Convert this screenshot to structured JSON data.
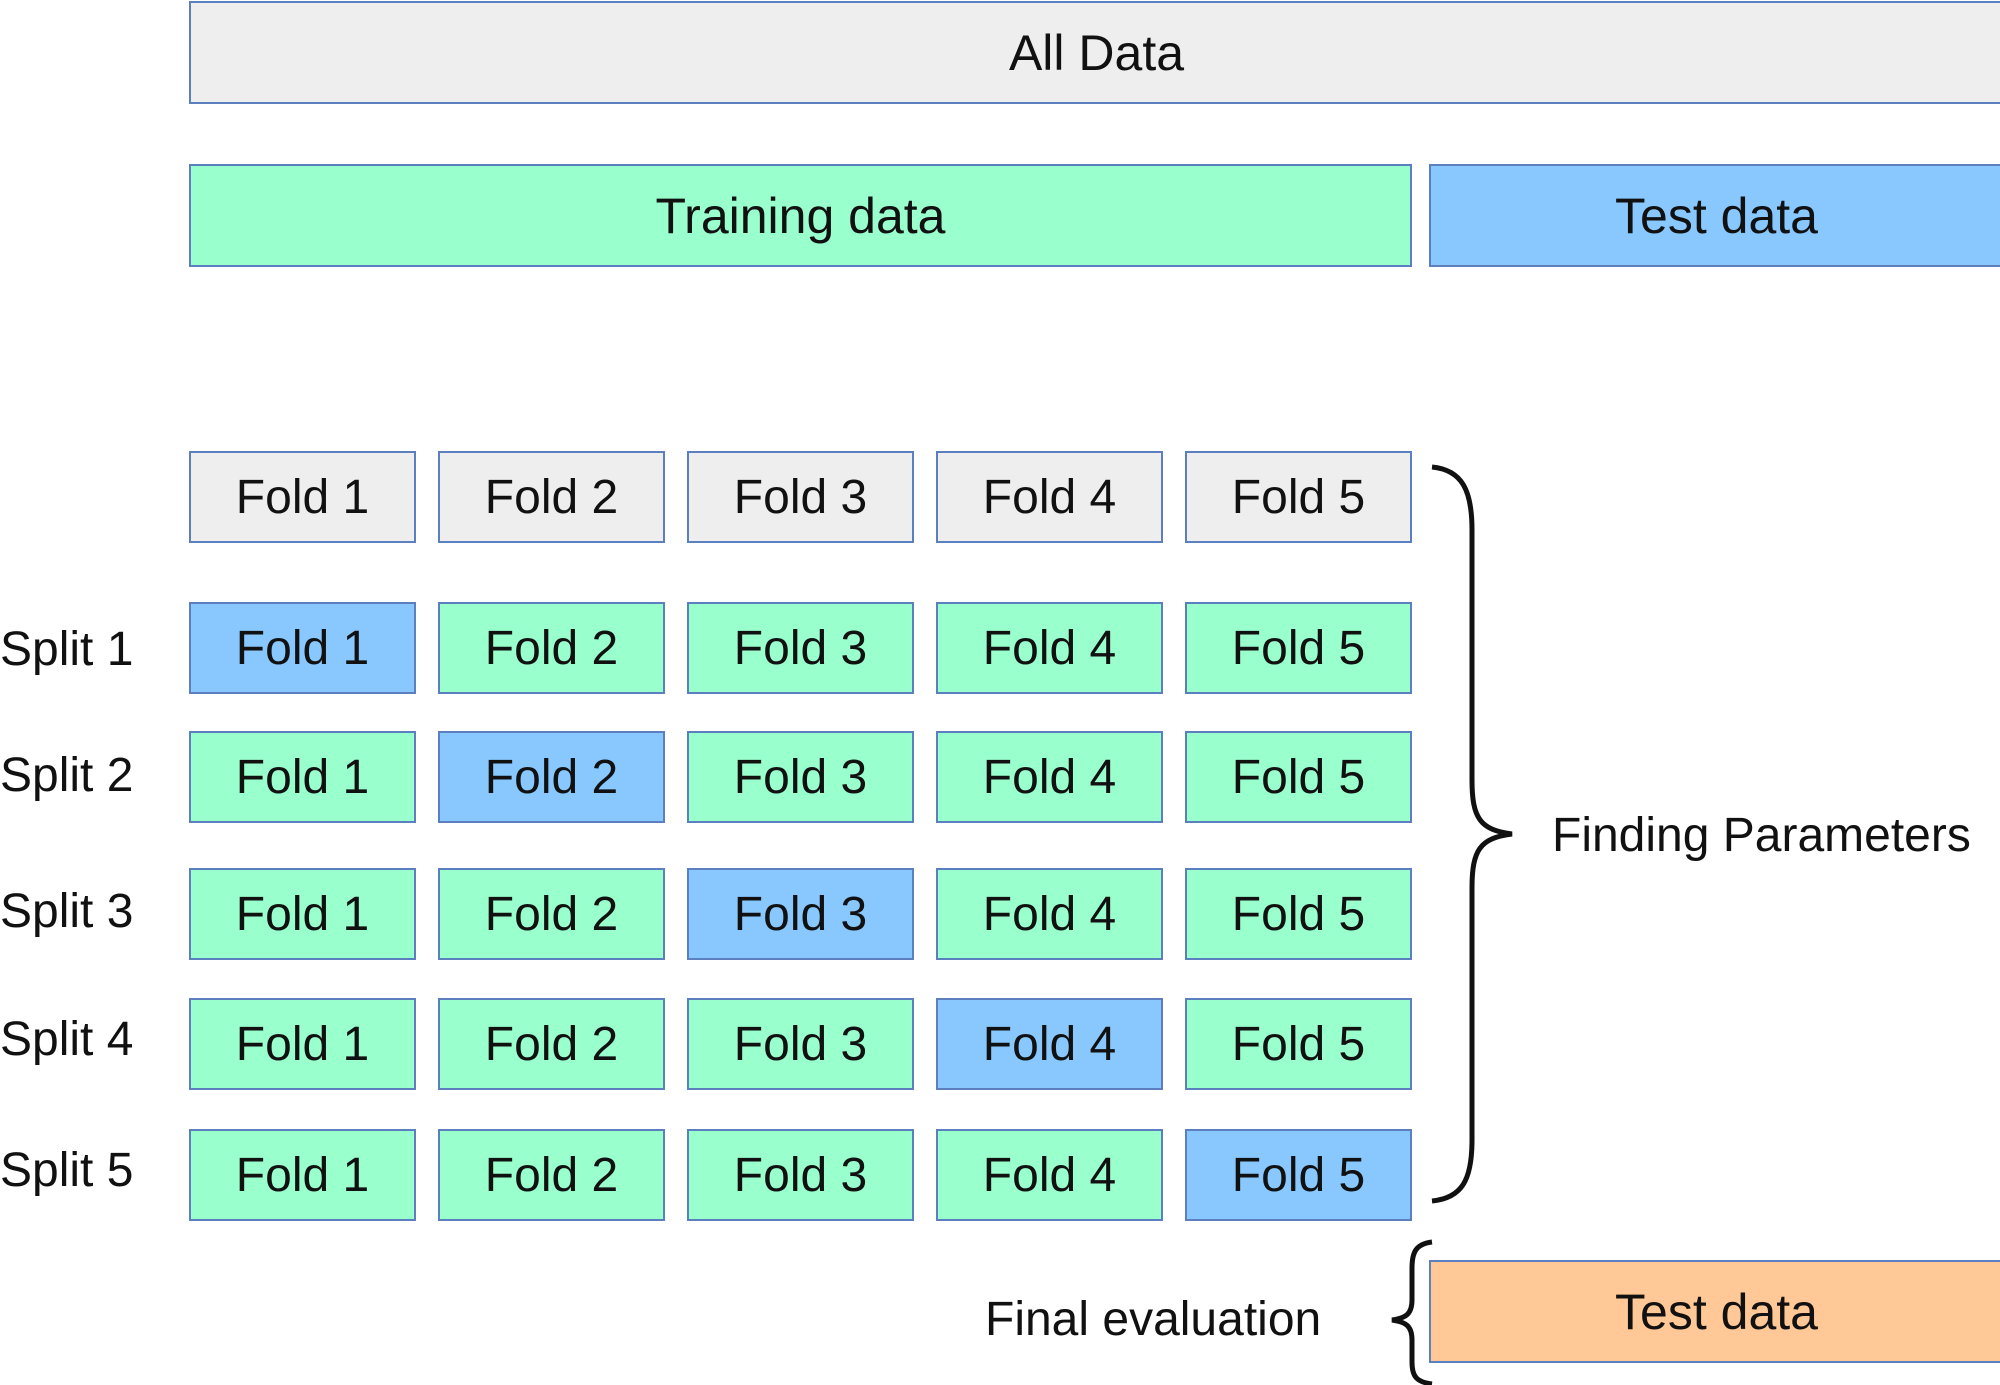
{
  "all_data": {
    "label": "All Data"
  },
  "train_test": {
    "training_label": "Training data",
    "test_label": "Test data"
  },
  "folds": [
    "Fold 1",
    "Fold 2",
    "Fold 3",
    "Fold 4",
    "Fold 5"
  ],
  "splits": [
    {
      "label": "Split 1",
      "test_fold": 1
    },
    {
      "label": "Split 2",
      "test_fold": 2
    },
    {
      "label": "Split 3",
      "test_fold": 3
    },
    {
      "label": "Split 4",
      "test_fold": 4
    },
    {
      "label": "Split 5",
      "test_fold": 5
    }
  ],
  "finding_parameters": {
    "label": "Finding Parameters"
  },
  "final_evaluation": {
    "label": "Final evaluation",
    "test_label": "Test data"
  },
  "colors": {
    "neutral": "#eeeeee",
    "training": "#99ffcc",
    "test": "#88c8ff",
    "final_test": "#ffc896",
    "border": "#5b7fbf"
  }
}
